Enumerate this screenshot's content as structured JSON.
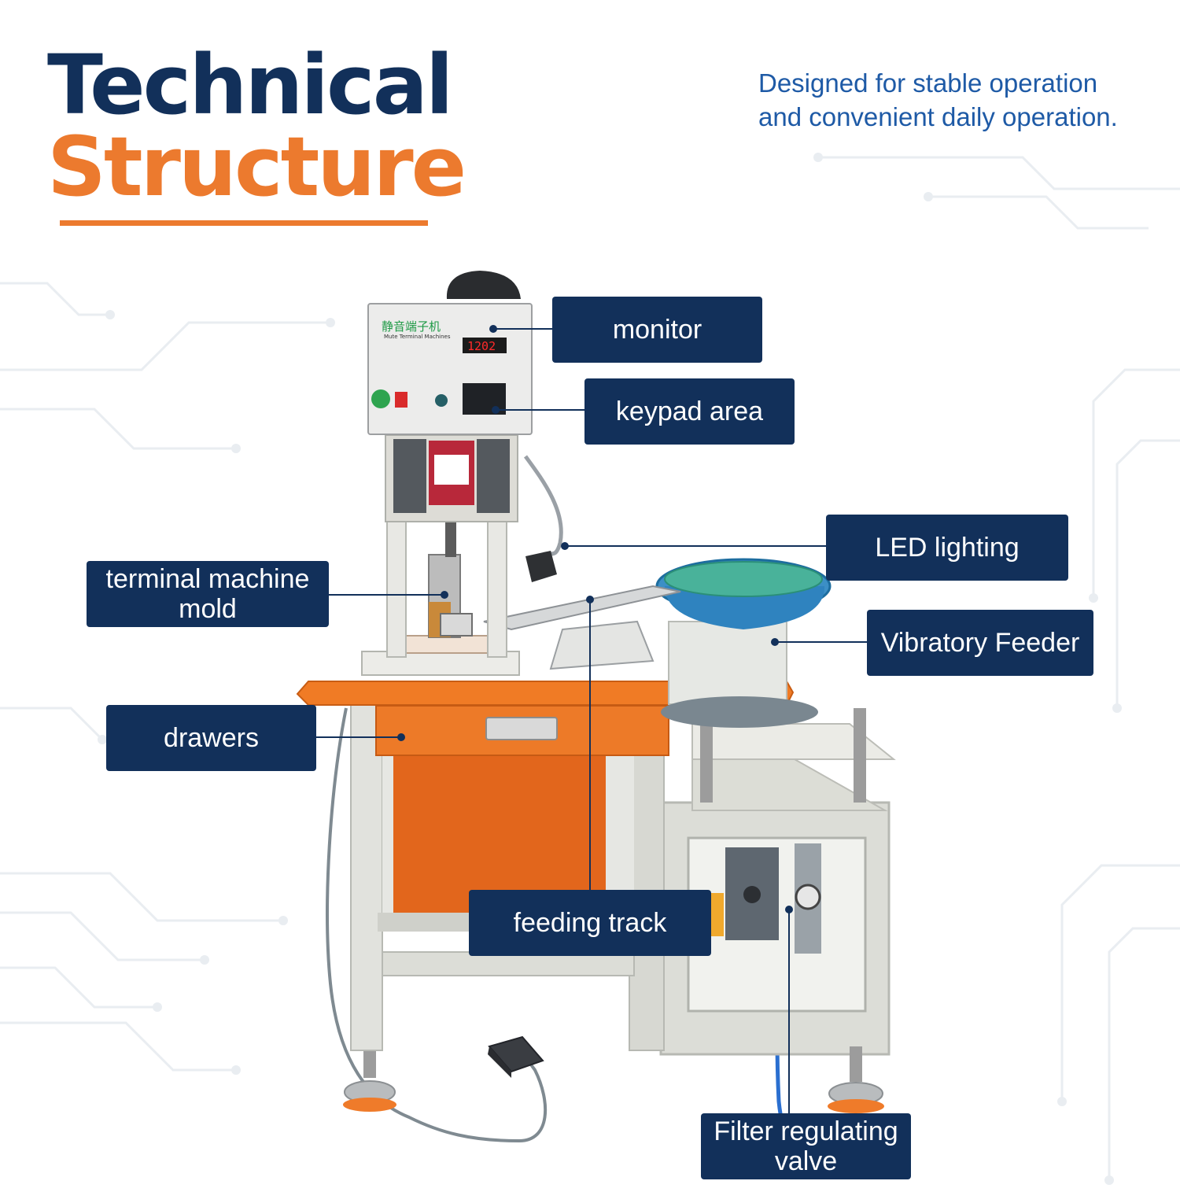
{
  "heading": {
    "line1": "Technical",
    "line2": "Structure"
  },
  "subtitle": {
    "line1": "Designed for stable operation",
    "line2": "and convenient daily operation."
  },
  "colors": {
    "navy": "#12305a",
    "orange": "#ec7a2e",
    "subtitle_blue": "#1e5aa6"
  },
  "machine_panel": {
    "title_cn": "静音端子机",
    "title_en": "Mute Terminal Machines",
    "counter": "1202"
  },
  "callouts": {
    "monitor": "monitor",
    "keypad": "keypad area",
    "led": "LED lighting",
    "mold_line1": "terminal machine",
    "mold_line2": "mold",
    "feeder": "Vibratory Feeder",
    "drawers": "drawers",
    "feeding_track": "feeding track",
    "filter_line1": "Filter regulating",
    "filter_line2": "valve"
  }
}
